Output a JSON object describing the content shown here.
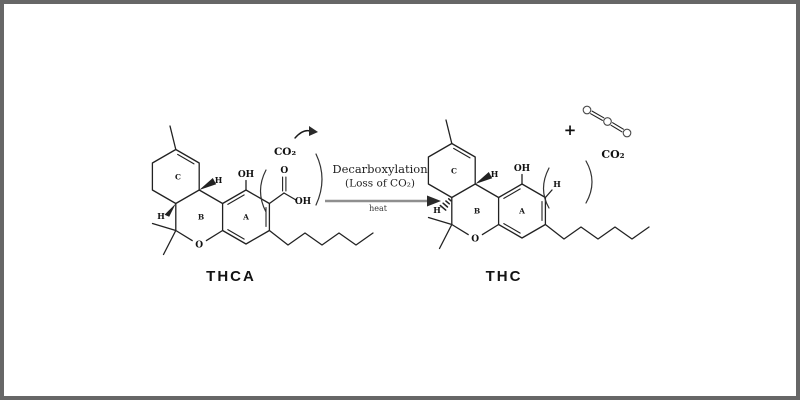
{
  "colors": {
    "background": "#ffffff",
    "frame_border": "#676767",
    "bond": "#222222",
    "text": "#111111",
    "arrow_line": "#8f8f8f",
    "arrow_head": "#2a2a2a"
  },
  "reactant": {
    "name": "THCA",
    "rings": {
      "a": "A",
      "b": "B",
      "c": "C"
    },
    "atoms": {
      "hydroxyl": "OH",
      "ring_oxygen": "O",
      "h_top": "H",
      "h_left": "H"
    },
    "carboxyl": {
      "carbonyl_o": "O",
      "hydroxyl": "OH"
    },
    "leaving_group": "CO₂"
  },
  "arrow": {
    "title": "Decarboxylation",
    "subtitle": "(Loss of CO₂)",
    "condition": "heat"
  },
  "product": {
    "name": "THC",
    "rings": {
      "a": "A",
      "b": "B",
      "c": "C"
    },
    "atoms": {
      "hydroxyl": "OH",
      "ring_oxygen": "O",
      "h_top": "H",
      "h_left": "H",
      "replaced_h": "H"
    }
  },
  "byproduct": {
    "plus_sign": "+",
    "label": "CO₂"
  }
}
